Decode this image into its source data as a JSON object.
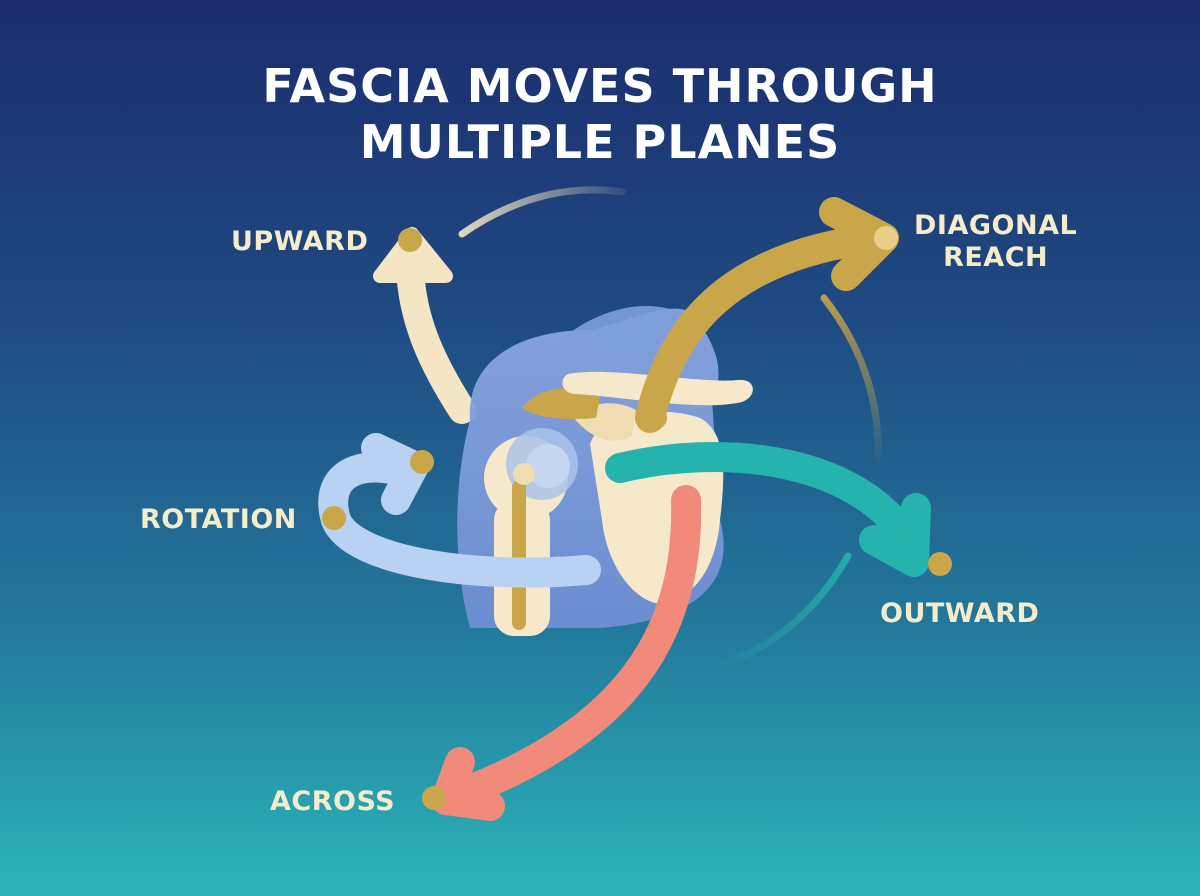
{
  "title": {
    "line1": "FASCIA MOVES THROUGH",
    "line2": "MULTIPLE PLANES"
  },
  "labels": {
    "upward": "UPWARD",
    "diagonal_line1": "DIAGONAL",
    "diagonal_line2": "REACH",
    "rotation": "ROTATION",
    "outward": "OUTWARD",
    "across": "ACROSS"
  },
  "colors": {
    "upward": "#f4e6c4",
    "diagonal": "#c9a649",
    "rotation": "#b9d2f3",
    "outward": "#25b3ad",
    "across": "#f28a7c",
    "dot": "#c9a649",
    "label_text": "#f6ecca",
    "bone": "#f6e9cb",
    "muscle": "#7f9fdc"
  }
}
